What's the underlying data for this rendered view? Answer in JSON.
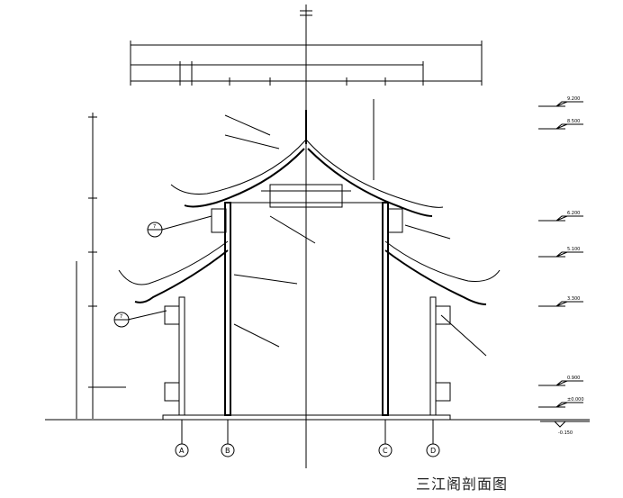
{
  "title": "三江阁剖面图",
  "axes": [
    "A",
    "B",
    "C",
    "D"
  ],
  "elevations": [
    "9.200",
    "8.500",
    "6.200",
    "5.100",
    "3.300",
    "0.900",
    "±0.000",
    "-0.150"
  ],
  "callouts": [
    "7",
    "7"
  ],
  "colors": {
    "line": "#000000",
    "background": "#ffffff"
  }
}
